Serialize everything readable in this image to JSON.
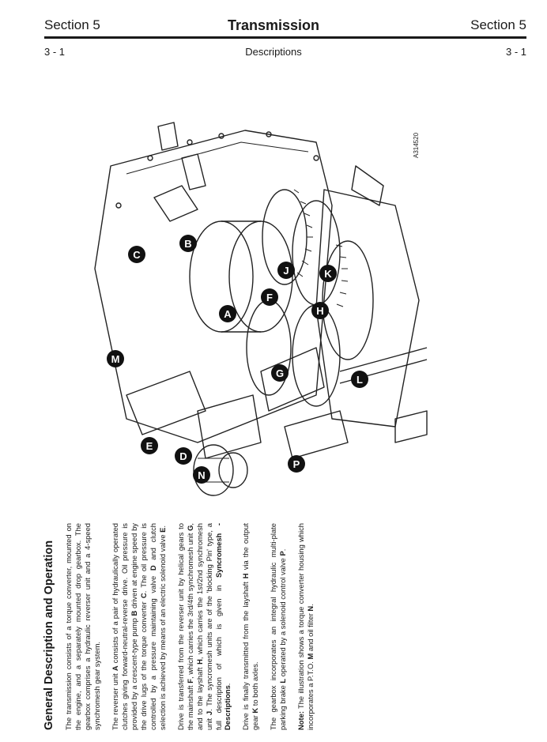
{
  "header": {
    "section_left": "Section 5",
    "title": "Transmission",
    "section_right": "Section 5",
    "page_left": "3 - 1",
    "subtitle": "Descriptions",
    "page_right": "3 - 1"
  },
  "figure": {
    "code": "A314520",
    "callouts": [
      {
        "id": "c",
        "label": "C"
      },
      {
        "id": "b",
        "label": "B"
      },
      {
        "id": "j",
        "label": "J"
      },
      {
        "id": "k",
        "label": "K"
      },
      {
        "id": "f",
        "label": "F"
      },
      {
        "id": "a",
        "label": "A"
      },
      {
        "id": "h",
        "label": "H"
      },
      {
        "id": "m",
        "label": "M"
      },
      {
        "id": "g",
        "label": "G"
      },
      {
        "id": "l",
        "label": "L"
      },
      {
        "id": "e",
        "label": "E"
      },
      {
        "id": "d",
        "label": "D"
      },
      {
        "id": "n",
        "label": "N"
      },
      {
        "id": "p",
        "label": "P"
      }
    ]
  },
  "body": {
    "heading": "General Description and Operation",
    "p1": "The transmission consists of a torque converter, mounted on the engine, and a separately mounted drop gearbox. The gearbox comprises a hydraulic reverser unit and a 4-speed synchromesh gear system.",
    "p2": {
      "t1": "The reverser unit ",
      "b1": "A",
      "t2": " consists of a pair of hydraulically operated clutches giving forward-neutral-reverse drive. Oil pressure is provided by a crescent-type pump ",
      "b2": "B",
      "t3": " driven at engine speed by the drive lugs of the torque converter ",
      "b3": "C",
      "t4": ". The oil pressure is controlled by a pressure maintaining valve ",
      "b4": "D",
      "t5": " and clutch selection is achieved by means of an electric solenoid valve ",
      "b5": "E",
      "t6": "."
    },
    "p3": {
      "t1": "Drive is transferred from the reverser unit by helical gears to the mainshaft ",
      "b1": "F",
      "t2": ", which carries the 3rd/4th synchromesh unit ",
      "b2": "G",
      "t3": ", and to the layshaft ",
      "b3": "H",
      "t4": ", which carries the 1st/2nd synchromesh unit ",
      "b4": "J",
      "t5": ". The syncromesh units are of the 'blocking Pin' type, a full description of which is given in ",
      "b5": "Syncromesh - Descriptions",
      "t6": "."
    },
    "p4": {
      "t1": "Drive is finally transmitted from the layshaft ",
      "b1": "H",
      "t2": " via the output gear ",
      "b2": "K",
      "t3": " to both axles."
    },
    "p5": {
      "t1": "The gearbox incorporates an integral hydraulic multi-plate parking brake ",
      "b1": "L",
      "t2": " operated by a solenoid control valve ",
      "b2": "P",
      "t3": "."
    },
    "p6": {
      "b1": "Note:",
      "t1": " The illustration shows a torque converter housing which incorporates a P.T.O. ",
      "b2": "M",
      "t2": " and oil filter ",
      "b3": "N",
      "t3": "."
    }
  }
}
